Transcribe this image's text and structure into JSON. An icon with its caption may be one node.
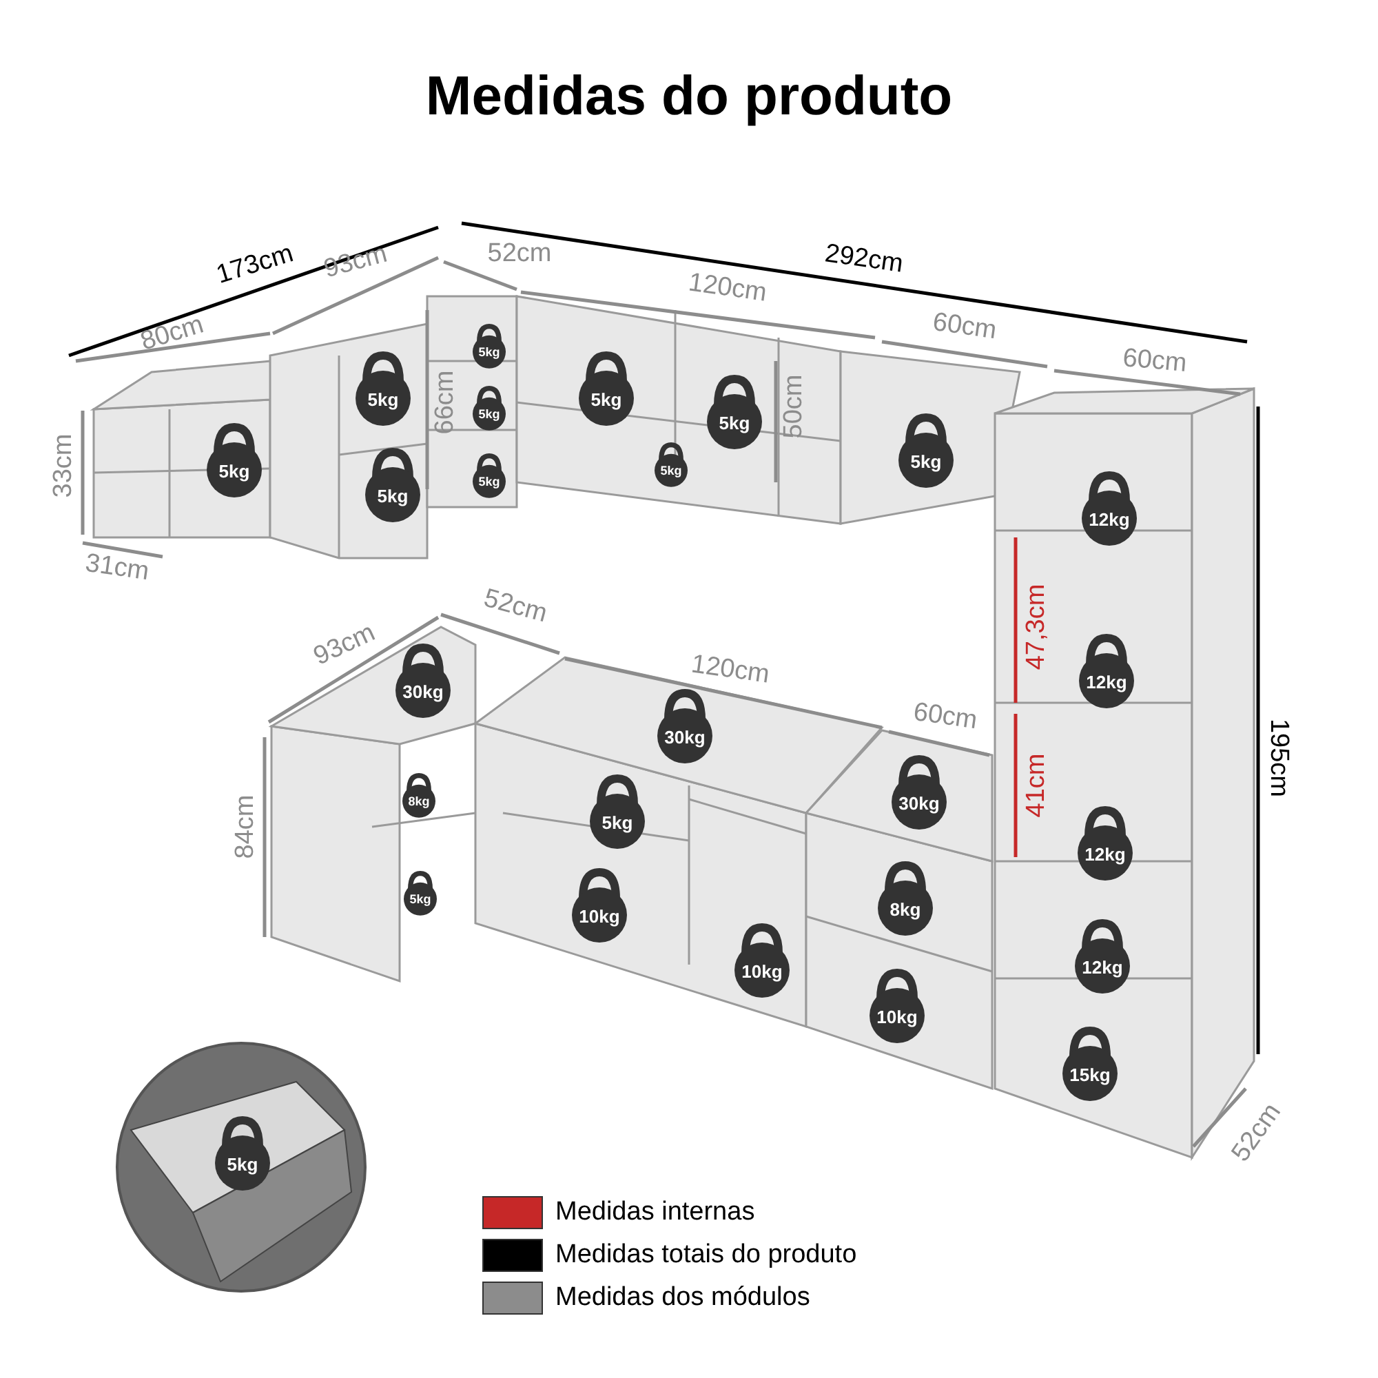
{
  "diagram": {
    "title": "Medidas do produto",
    "labels": [
      "173cm",
      "93cm",
      "52cm",
      "292cm",
      "80cm",
      "120cm",
      "60cm",
      "60cm",
      "5kg",
      "5kg",
      "5kg",
      "66cm",
      "5kg",
      "5kg",
      "50cm",
      "33cm",
      "5kg",
      "5kg",
      "5kg",
      "5kg",
      "5kg",
      "12kg",
      "31cm",
      "52cm",
      "47,3cm",
      "93cm",
      "120cm",
      "12kg",
      "30kg",
      "30kg",
      "60cm",
      "195cm",
      "41cm",
      "30kg",
      "8kg",
      "5kg",
      "84cm",
      "12kg",
      "5kg",
      "8kg",
      "10kg",
      "12kg",
      "10kg",
      "10kg",
      "15kg",
      "52cm",
      "5kg"
    ],
    "legend": [
      {
        "text": "Medidas internas",
        "color": "#c62828"
      },
      {
        "text": "Medidas totais do produto",
        "color": "#000000"
      },
      {
        "text": "Medidas dos módulos",
        "color": "#8c8c8c"
      }
    ]
  }
}
